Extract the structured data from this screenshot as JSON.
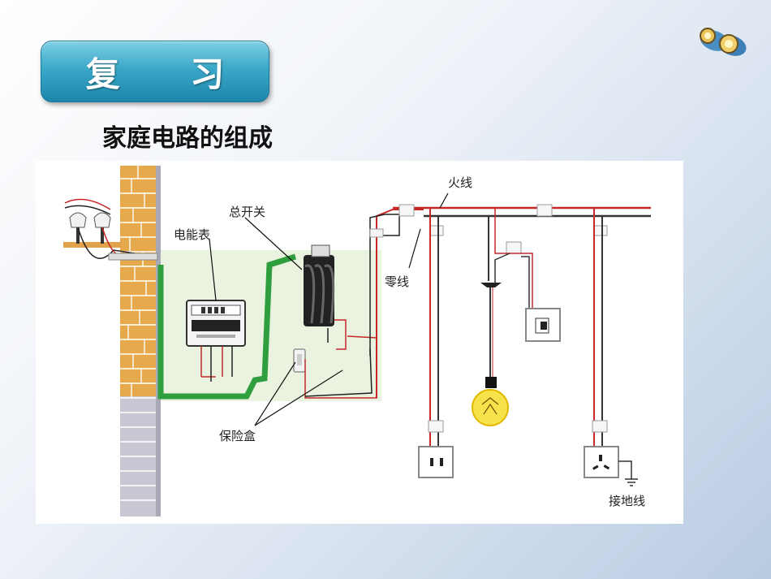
{
  "slide": {
    "title": "复 习",
    "subtitle": "家庭电路的组成"
  },
  "diagram": {
    "labels": {
      "fire_wire": "火线",
      "main_switch": "总开关",
      "meter": "电能表",
      "neutral_wire": "零线",
      "fuse_box": "保险盒",
      "ground_wire": "接地线"
    }
  },
  "icons": {
    "corner": "binoculars-icon"
  }
}
